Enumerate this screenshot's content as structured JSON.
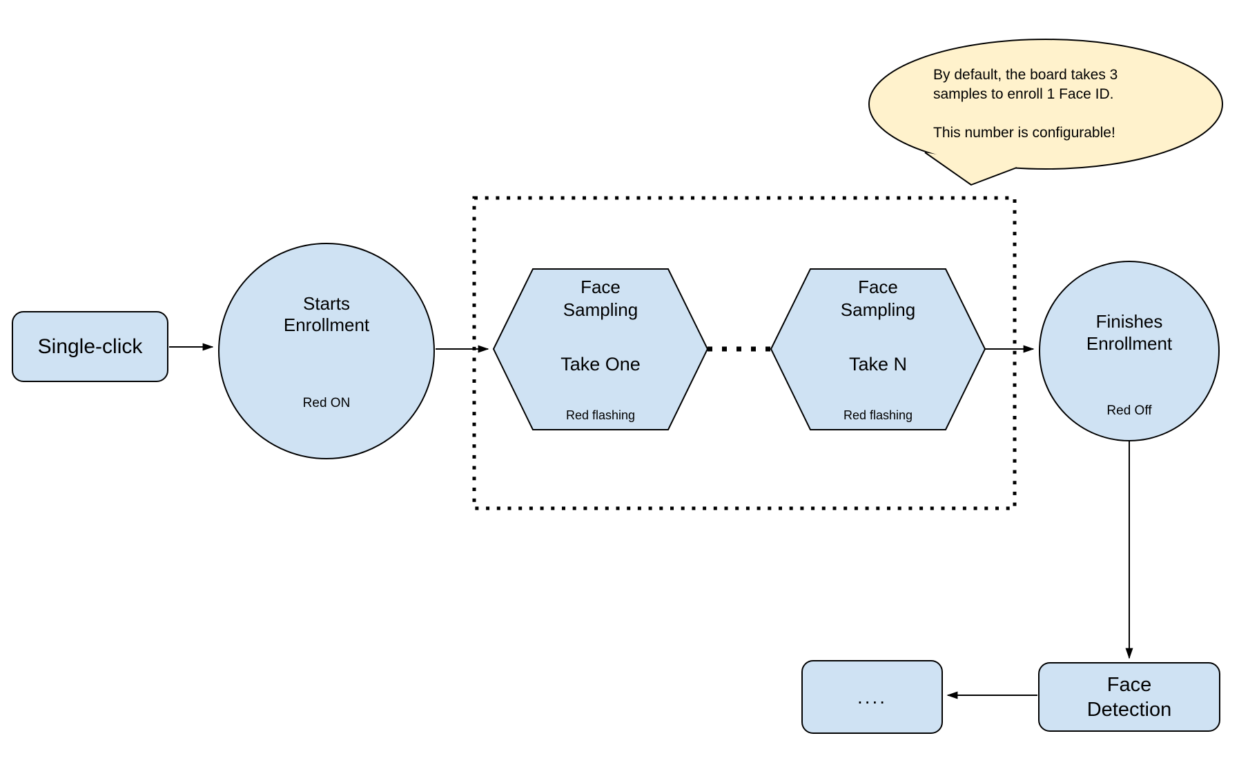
{
  "colors": {
    "node_fill": "#cfe2f3",
    "node_border": "#000000",
    "callout_fill": "#fff2cc",
    "callout_border": "#000000",
    "arrow": "#000000",
    "background": "#ffffff"
  },
  "callout": {
    "text": "By default, the board takes 3\nsamples to enroll 1 Face ID.\n\nThis number is configurable!"
  },
  "nodes": {
    "single_click": {
      "label": "Single-click"
    },
    "starts_enrollment": {
      "label": "Starts\nEnrollment",
      "status": "Red ON"
    },
    "face_sampling_one": {
      "label": "Face\nSampling",
      "take": "Take One",
      "status": "Red flashing"
    },
    "face_sampling_n": {
      "label": "Face\nSampling",
      "take": "Take N",
      "status": "Red flashing"
    },
    "finishes_enrollment": {
      "label": "Finishes\nEnrollment",
      "status": "Red Off"
    },
    "ellipsis": {
      "label": "...."
    },
    "face_detection": {
      "label": "Face\nDetection"
    }
  }
}
